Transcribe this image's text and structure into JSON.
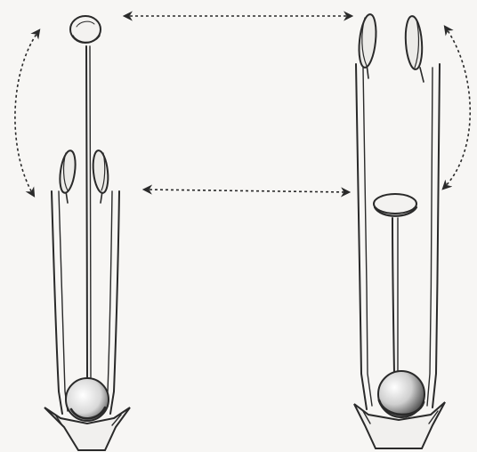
{
  "figure": {
    "description_type": "botanical-heterostyly-illustration",
    "ink_color": "#2a2a2a",
    "paper_color": "#f7f6f4",
    "flower_left": {
      "style": "long",
      "stigma_position": "top",
      "anthers_position": "middle"
    },
    "flower_right": {
      "style": "short",
      "stigma_position": "middle",
      "anthers_position": "top"
    }
  }
}
